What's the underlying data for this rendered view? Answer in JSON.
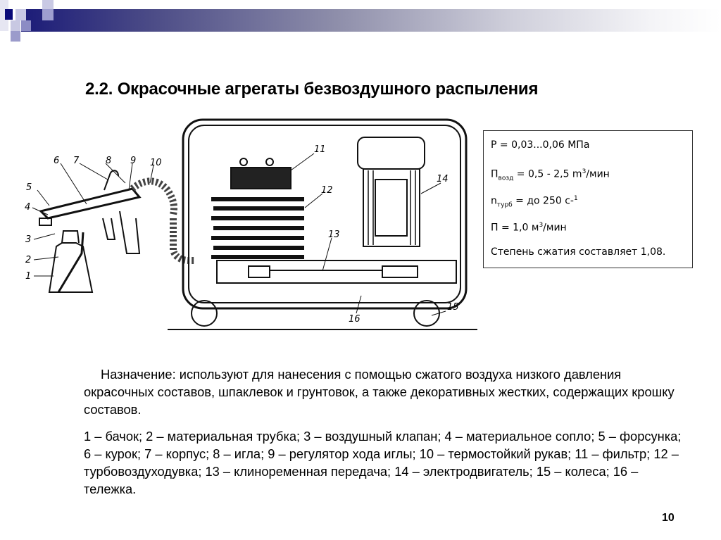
{
  "slide": {
    "title": "2.2. Окрасочные агрегаты безвоздушного распыления",
    "page_number": "10",
    "header_colors": {
      "dark": "#1b1b78",
      "light": "#ffffff",
      "accent_square": "#0a0a78"
    }
  },
  "diagram": {
    "labels": [
      "1",
      "2",
      "3",
      "4",
      "5",
      "6",
      "7",
      "8",
      "9",
      "10",
      "11",
      "12",
      "13",
      "14",
      "15",
      "16"
    ]
  },
  "specs": {
    "pressure": {
      "symbol": "P",
      "value": " = 0,03...0,06 МПа"
    },
    "air_flow": {
      "symbol": "П",
      "sub": "возд",
      "value": " = 0,5 - 2,5 m",
      "sup": "3",
      "unit": "/мин"
    },
    "turbine_speed": {
      "symbol": "n",
      "sub": "турб",
      "value": " = до 250 с-",
      "sup": "1"
    },
    "capacity": {
      "symbol": "П = 1,0 м",
      "sup": "3",
      "unit": "/мин"
    },
    "compression": "Степень сжатия составляет 1,08."
  },
  "text": {
    "purpose": "Назначение: используют для нанесения с помощью сжатого воздуха низкого давления окрасочных составов, шпаклевок и грунтовок, а также декоративных жестких, содержащих крошку составов.",
    "legend": "1 – бачок; 2 – материальная трубка; 3 – воздушный клапан; 4 – материальное сопло; 5 – форсунка; 6 – курок; 7 – корпус; 8 – игла; 9 – регулятор хода иглы; 10 – термостойкий рукав; 11 – фильтр; 12 – турбовоздуходувка; 13 – клиноременная передача; 14 – электродвигатель; 15 – колеса; 16 – тележка."
  }
}
